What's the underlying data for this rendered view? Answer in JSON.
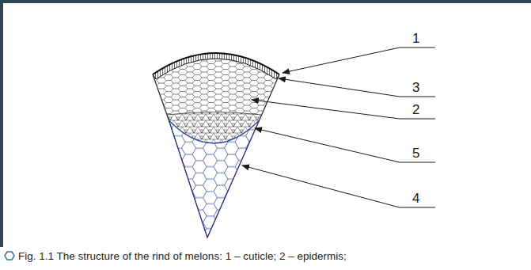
{
  "diagram": {
    "caption": "Fig. 1.1 The structure of the rind of melons: 1 – cuticle; 2 – epidermis;",
    "labels": [
      "1",
      "3",
      "2",
      "5",
      "4"
    ]
  }
}
